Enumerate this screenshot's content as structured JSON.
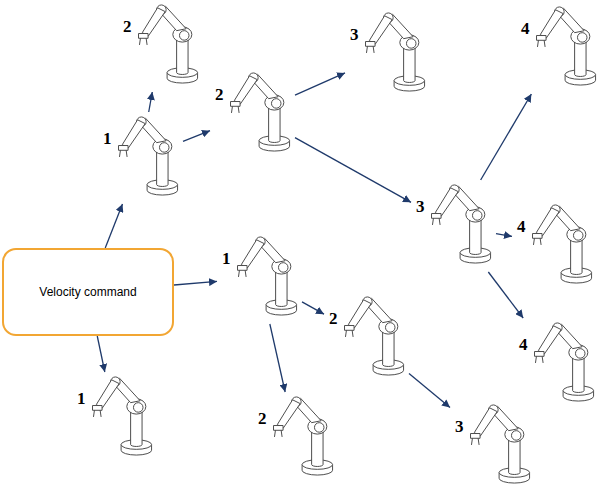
{
  "diagram": {
    "nodes": [
      {
        "text": [
          "Velocity command"
        ]
      },
      {
        "text": [
          "2"
        ]
      },
      {
        "text": [
          "1"
        ]
      },
      {
        "text": [
          "2"
        ]
      },
      {
        "text": [
          "3"
        ]
      },
      {
        "text": [
          "3"
        ]
      },
      {
        "text": [
          "4"
        ]
      },
      {
        "text": [
          "4"
        ]
      },
      {
        "text": [
          "4"
        ]
      },
      {
        "text": [
          "1"
        ]
      },
      {
        "text": [
          "2"
        ]
      },
      {
        "text": [
          "1"
        ]
      },
      {
        "text": [
          "2"
        ]
      },
      {
        "text": [
          "3"
        ]
      }
    ],
    "edges": [
      {
        "from": 0,
        "to": 2,
        "arrow": "to"
      },
      {
        "from": 0,
        "to": 9,
        "arrow": "to"
      },
      {
        "from": 0,
        "to": 11,
        "arrow": "to"
      },
      {
        "from": 2,
        "to": 1,
        "arrow": "to"
      },
      {
        "from": 2,
        "to": 3,
        "arrow": "to"
      },
      {
        "from": 3,
        "to": 4,
        "arrow": "to"
      },
      {
        "from": 3,
        "to": 5,
        "arrow": "to"
      },
      {
        "from": 5,
        "to": 6,
        "arrow": "to"
      },
      {
        "from": 5,
        "to": 7,
        "arrow": "to"
      },
      {
        "from": 5,
        "to": 8,
        "arrow": "to"
      },
      {
        "from": 9,
        "to": 10,
        "arrow": "to"
      },
      {
        "from": 9,
        "to": 12,
        "arrow": "to"
      },
      {
        "from": 10,
        "to": 13,
        "arrow": "to"
      }
    ]
  }
}
